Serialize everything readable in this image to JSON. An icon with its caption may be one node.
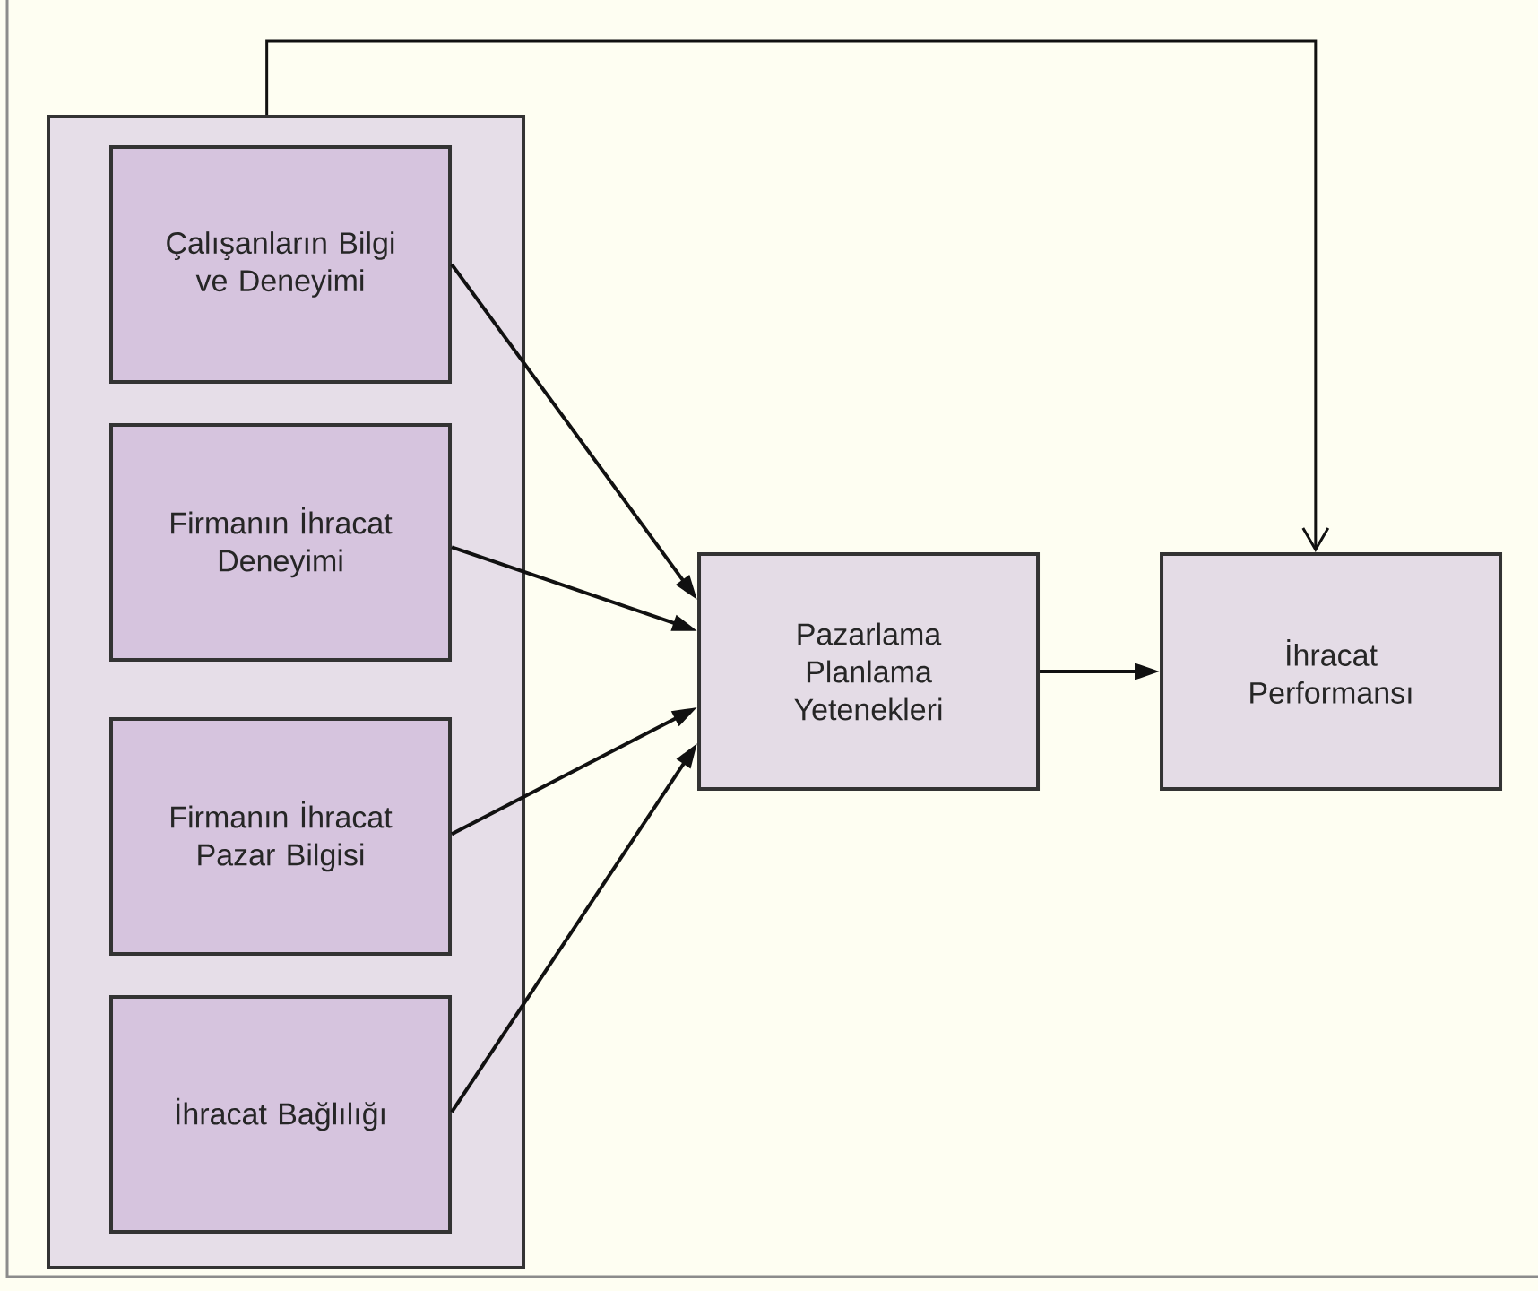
{
  "diagram": {
    "nodes": [
      {
        "text": [],
        "shape": "box"
      },
      {
        "text": [
          "Çalışanların Bilgi ve Deneyimi"
        ],
        "in": 0
      },
      {
        "text": [
          "Firmanın İhracat Deneyimi"
        ],
        "in": 0
      },
      {
        "text": [
          "Firmanın İhracat Pazar Bilgisi"
        ],
        "in": 0
      },
      {
        "text": [
          "İhracat Bağlılığı"
        ],
        "in": 0
      },
      {
        "text": [
          "Pazarlama Planlama Yetenekleri"
        ]
      },
      {
        "text": [
          "İhracat Performansı"
        ]
      }
    ],
    "edges": [
      {
        "from": 1,
        "to": 5,
        "arrow": "to"
      },
      {
        "from": 2,
        "to": 5,
        "arrow": "to"
      },
      {
        "from": 3,
        "to": 5,
        "arrow": "to"
      },
      {
        "from": 4,
        "to": 5,
        "arrow": "to"
      },
      {
        "from": 5,
        "to": 6,
        "arrow": "to"
      },
      {
        "from": 0,
        "to": 6,
        "arrow": "to"
      }
    ]
  }
}
